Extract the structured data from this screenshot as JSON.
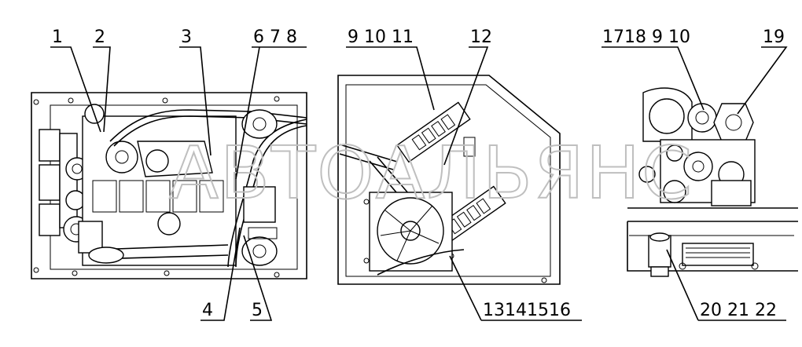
{
  "watermark": "АВТОАЛЬЯНС",
  "labels": {
    "l1": "1",
    "l2": "2",
    "l3": "3",
    "l4": "4",
    "l5": "5",
    "l678": "6 7 8",
    "l91011": "9 10 11",
    "l12": "12",
    "l13141516": "13141516",
    "l1718910": "1718 9 10",
    "l19": "19",
    "l202122": "20 21 22"
  }
}
